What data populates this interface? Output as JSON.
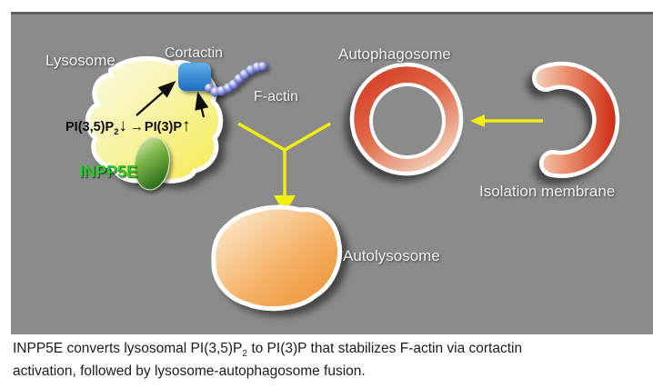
{
  "panel": {
    "labels": {
      "lysosome": "Lysosome",
      "cortactin": "Cortactin",
      "f_actin": "F-actin",
      "autophagosome": "Autophagosome",
      "isolation_membrane": "Isolation membrane",
      "autolysosome": "Autolysosome",
      "inpp5e": "INPP5E"
    },
    "reaction": {
      "substrate_pre": "PI(3,5)P",
      "substrate_sub": "2",
      "down_arrow": "↓",
      "right_arrow": "→",
      "product": "PI(3)P",
      "up_arrow": "↑"
    },
    "colors": {
      "panel_bg": "#8b8b8b",
      "lysosome_yellow": "#f5ec4f",
      "cortactin_blue": "#2b7fd0",
      "f_actin_violet": "#8f94d8",
      "inpp5e_green": "#2ecc2e",
      "membrane_red": "#d23a22",
      "autolysosome_orange": "#ec8f2e",
      "arrow_yellow": "#f2ef10"
    }
  },
  "caption": {
    "line1_pre": "INPP5E converts lysosomal PI(3,5)P",
    "line1_sub": "2",
    "line1_post": " to PI(3)P that stabilizes F-actin via cortactin",
    "line2": "activation, followed by lysosome-autophagosome fusion."
  }
}
